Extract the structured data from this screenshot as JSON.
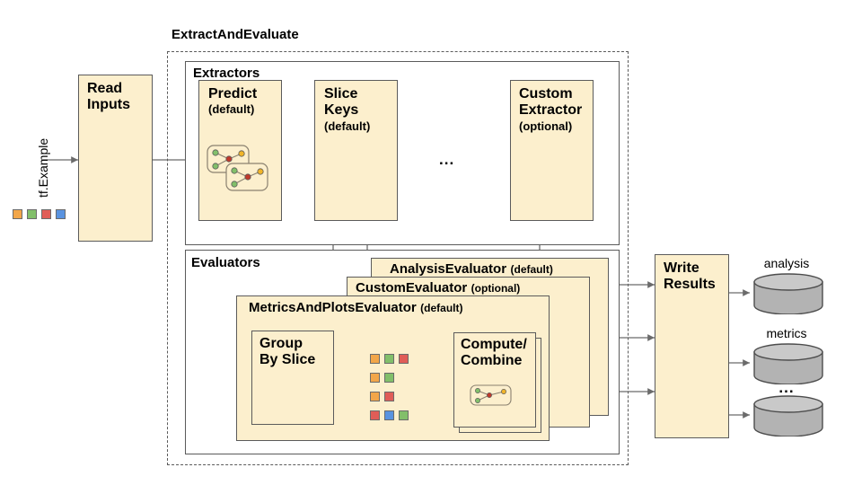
{
  "diagram": {
    "title": "ExtractAndEvaluate",
    "input_label": "tf.Example",
    "read_inputs": {
      "title": "Read\nInputs"
    },
    "extractors": {
      "group_label": "Extractors",
      "items": [
        {
          "name": "predict",
          "title": "Predict",
          "sub": "(default)",
          "icon": "model-graph-icon"
        },
        {
          "name": "slice-keys",
          "title": "Slice\nKeys",
          "sub": "(default)"
        },
        {
          "name": "ellipsis",
          "title": "..."
        },
        {
          "name": "custom-extractor",
          "title": "Custom\nExtractor",
          "sub": "(optional)"
        }
      ]
    },
    "evaluators": {
      "group_label": "Evaluators",
      "stack": [
        {
          "name": "analysis-evaluator",
          "title": "AnalysisEvaluator",
          "sub": "(default)"
        },
        {
          "name": "custom-evaluator",
          "title": "CustomEvaluator",
          "sub": "(optional)"
        },
        {
          "name": "metrics-and-plots-evaluator",
          "title": "MetricsAndPlotsEvaluator",
          "sub": "(default)"
        }
      ],
      "inner": {
        "group_by_slice": {
          "title": "Group\nBy Slice"
        },
        "compute_combine": {
          "title": "Compute/\nCombine",
          "icon": "model-graph-icon"
        }
      }
    },
    "write_results": {
      "title": "Write\nResults"
    },
    "outputs": [
      {
        "name": "analysis-store",
        "label": "analysis"
      },
      {
        "name": "metrics-store",
        "label": "metrics"
      },
      {
        "name": "more-store",
        "label": "..."
      }
    ],
    "chips": {
      "input": [
        "#f2a649",
        "#82bf6a",
        "#e05d57",
        "#5a93e0"
      ],
      "rows": [
        [
          "#f2a649",
          "#82bf6a",
          "#e05d57"
        ],
        [
          "#f2a649",
          "#82bf6a"
        ],
        [
          "#f2a649",
          "#e05d57"
        ],
        [
          "#e05d57",
          "#5a93e0",
          "#82bf6a"
        ]
      ]
    },
    "colors": {
      "box_fill": "#fcefcd",
      "box_stroke": "#5b5b5b",
      "cylinder_fill": "#b3b3b3",
      "arrow": "#6b6b6b",
      "background": "#ffffff"
    }
  }
}
